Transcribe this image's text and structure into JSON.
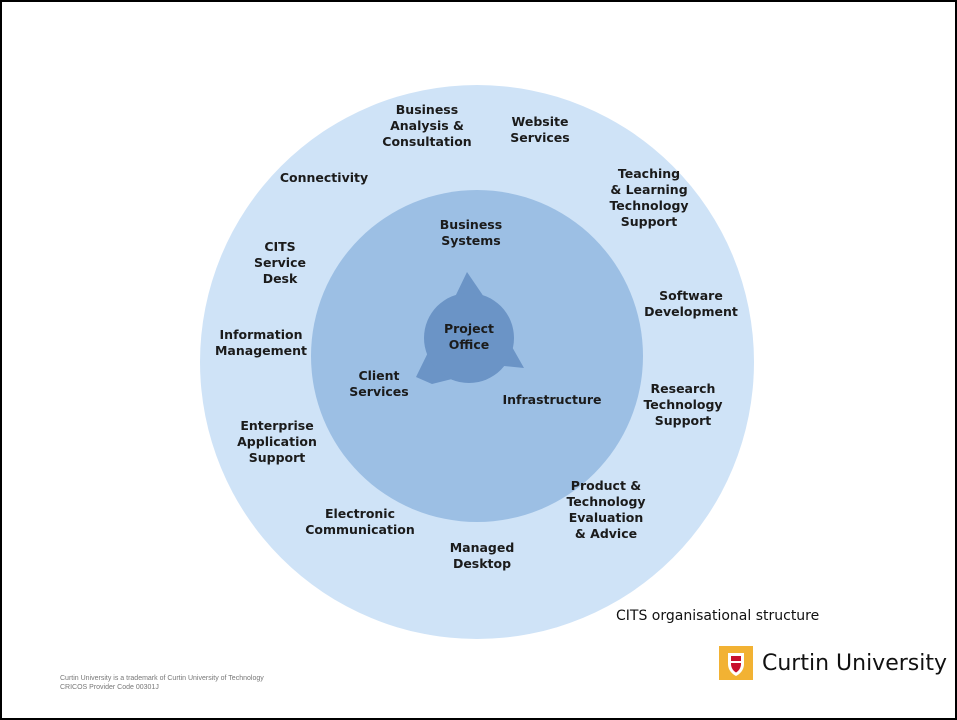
{
  "diagram": {
    "outer_ring_labels": [
      {
        "name": "business-analysis",
        "lines": [
          "Business",
          "Analysis &",
          "Consultation"
        ]
      },
      {
        "name": "website-services",
        "lines": [
          "Website",
          "Services"
        ]
      },
      {
        "name": "teaching-learning",
        "lines": [
          "Teaching",
          "& Learning",
          "Technology",
          "Support"
        ]
      },
      {
        "name": "software-development",
        "lines": [
          "Software",
          "Development"
        ]
      },
      {
        "name": "research-technology",
        "lines": [
          "Research",
          "Technology",
          "Support"
        ]
      },
      {
        "name": "product-technology",
        "lines": [
          "Product &",
          "Technology",
          "Evaluation",
          "& Advice"
        ]
      },
      {
        "name": "managed-desktop",
        "lines": [
          "Managed",
          "Desktop"
        ]
      },
      {
        "name": "electronic-communication",
        "lines": [
          "Electronic",
          "Communication"
        ]
      },
      {
        "name": "enterprise-application",
        "lines": [
          "Enterprise",
          "Application",
          "Support"
        ]
      },
      {
        "name": "information-management",
        "lines": [
          "Information",
          "Management"
        ]
      },
      {
        "name": "cits-service-desk",
        "lines": [
          "CITS",
          "Service",
          "Desk"
        ]
      },
      {
        "name": "connectivity",
        "lines": [
          "Connectivity"
        ]
      }
    ],
    "middle_ring_labels": [
      {
        "name": "business-systems",
        "lines": [
          "Business",
          "Systems"
        ]
      },
      {
        "name": "client-services",
        "lines": [
          "Client",
          "Services"
        ]
      },
      {
        "name": "infrastructure",
        "lines": [
          "Infrastructure"
        ]
      }
    ],
    "center_label": {
      "name": "project-office",
      "lines": [
        "Project",
        "Office"
      ]
    },
    "colors": {
      "outer_ring": "#cfe3f7",
      "middle_ring": "#9cbfe4",
      "center": "#6b94c6",
      "text": "#1b1b1b"
    }
  },
  "caption": "CITS organisational structure",
  "footer": {
    "line1": "Curtin University is a trademark of Curtin University of Technology",
    "line2": "CRICOS Provider Code 00301J"
  },
  "logo": {
    "text": "Curtin University",
    "colors": {
      "shield": "#f2b233",
      "accent": "#c8102e"
    }
  }
}
